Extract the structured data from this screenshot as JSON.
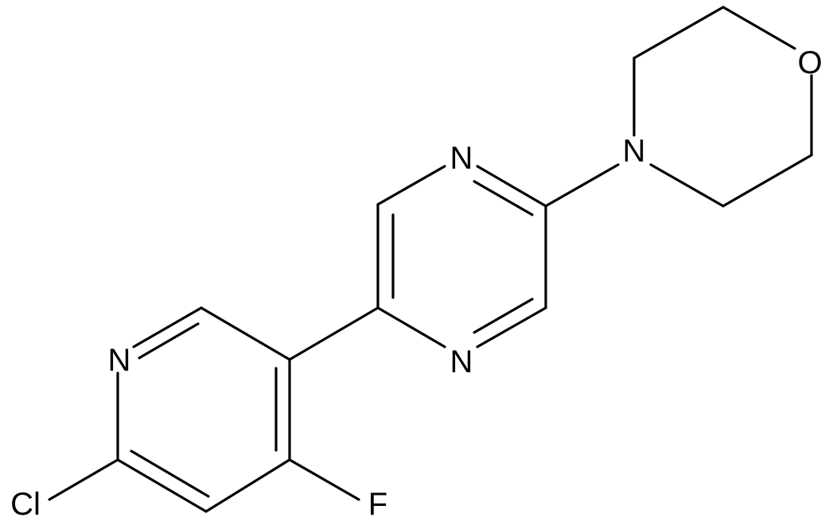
{
  "labels": {
    "n_morpholine": "N",
    "o_morpholine": "O",
    "n_pyrazine_top": "N",
    "n_pyrazine_bottom": "N",
    "n_pyridine": "N",
    "f_substituent": "F",
    "cl_substituent": "Cl"
  },
  "colors": {
    "bond": "#000000",
    "text": "#000000",
    "background": "#ffffff"
  }
}
